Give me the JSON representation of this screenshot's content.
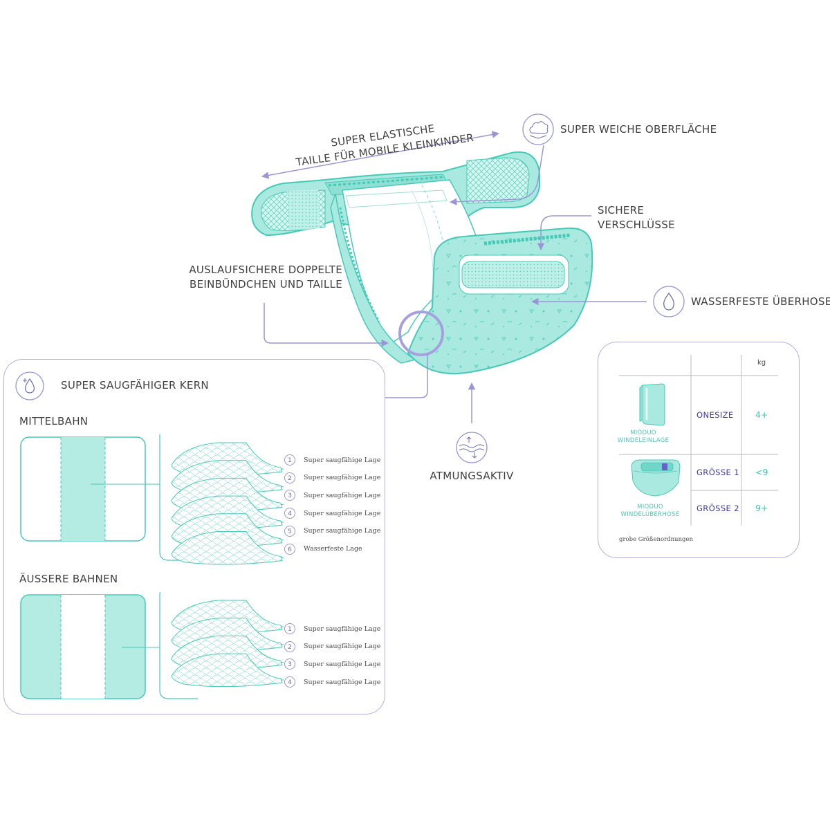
{
  "labels": {
    "elastic_waist_line1": "SUPER ELASTISCHE",
    "elastic_waist_line2": "TAILLE FÜR MOBILE KLEINKINDER",
    "soft_surface": "SUPER WEICHE OBERFLÄCHE",
    "secure_closure_line1": "SICHERE",
    "secure_closure_line2": "VERSCHLÜSSE",
    "leak_proof_line1": "AUSLAUFSICHERE DOPPELTE",
    "leak_proof_line2": "BEINBÜNDCHEN UND TAILLE",
    "waterproof_cover": "WASSERFESTE ÜBERHOSE",
    "breathable": "ATMUNGSAKTIV"
  },
  "core_panel": {
    "title": "SUPER SAUGFÄHIGER KERN",
    "middle_section": {
      "title": "MITTELBAHN",
      "layers": [
        {
          "num": "1",
          "text": "Super saugfähige Lage"
        },
        {
          "num": "2",
          "text": "Super saugfähige Lage"
        },
        {
          "num": "3",
          "text": "Super saugfähige Lage"
        },
        {
          "num": "4",
          "text": "Super saugfähige Lage"
        },
        {
          "num": "5",
          "text": "Super saugfähige Lage"
        },
        {
          "num": "6",
          "text": "Wasserfeste Lage"
        }
      ]
    },
    "outer_section": {
      "title": "ÄUSSERE BAHNEN",
      "layers": [
        {
          "num": "1",
          "text": "Super saugfähige Lage"
        },
        {
          "num": "2",
          "text": "Super saugfähige Lage"
        },
        {
          "num": "3",
          "text": "Super saugfähige Lage"
        },
        {
          "num": "4",
          "text": "Super saugfähige Lage"
        }
      ]
    }
  },
  "size_table": {
    "kg_header": "kg",
    "insert": {
      "name_line1": "MIODUO",
      "name_line2": "WINDELEINLAGE",
      "size": "ONESIZE",
      "kg": "4+"
    },
    "cover": {
      "name_line1": "MIODUO",
      "name_line2": "WINDELÜBERHOSE",
      "sizes": [
        {
          "size": "GRÖSSE 1",
          "kg": "<9"
        },
        {
          "size": "GRÖSSE 2",
          "kg": "9+"
        }
      ]
    },
    "note": "grobe Größenordnungen"
  },
  "colors": {
    "mint": "#a9e9df",
    "mint_dark": "#3fc8b6",
    "lavender": "#a6a1de",
    "text": "#3f3f3f",
    "navy": "#3d3aa6"
  },
  "icons": [
    "cloud-icon",
    "water-drop-icon",
    "absorb-icon",
    "airflow-icon"
  ]
}
